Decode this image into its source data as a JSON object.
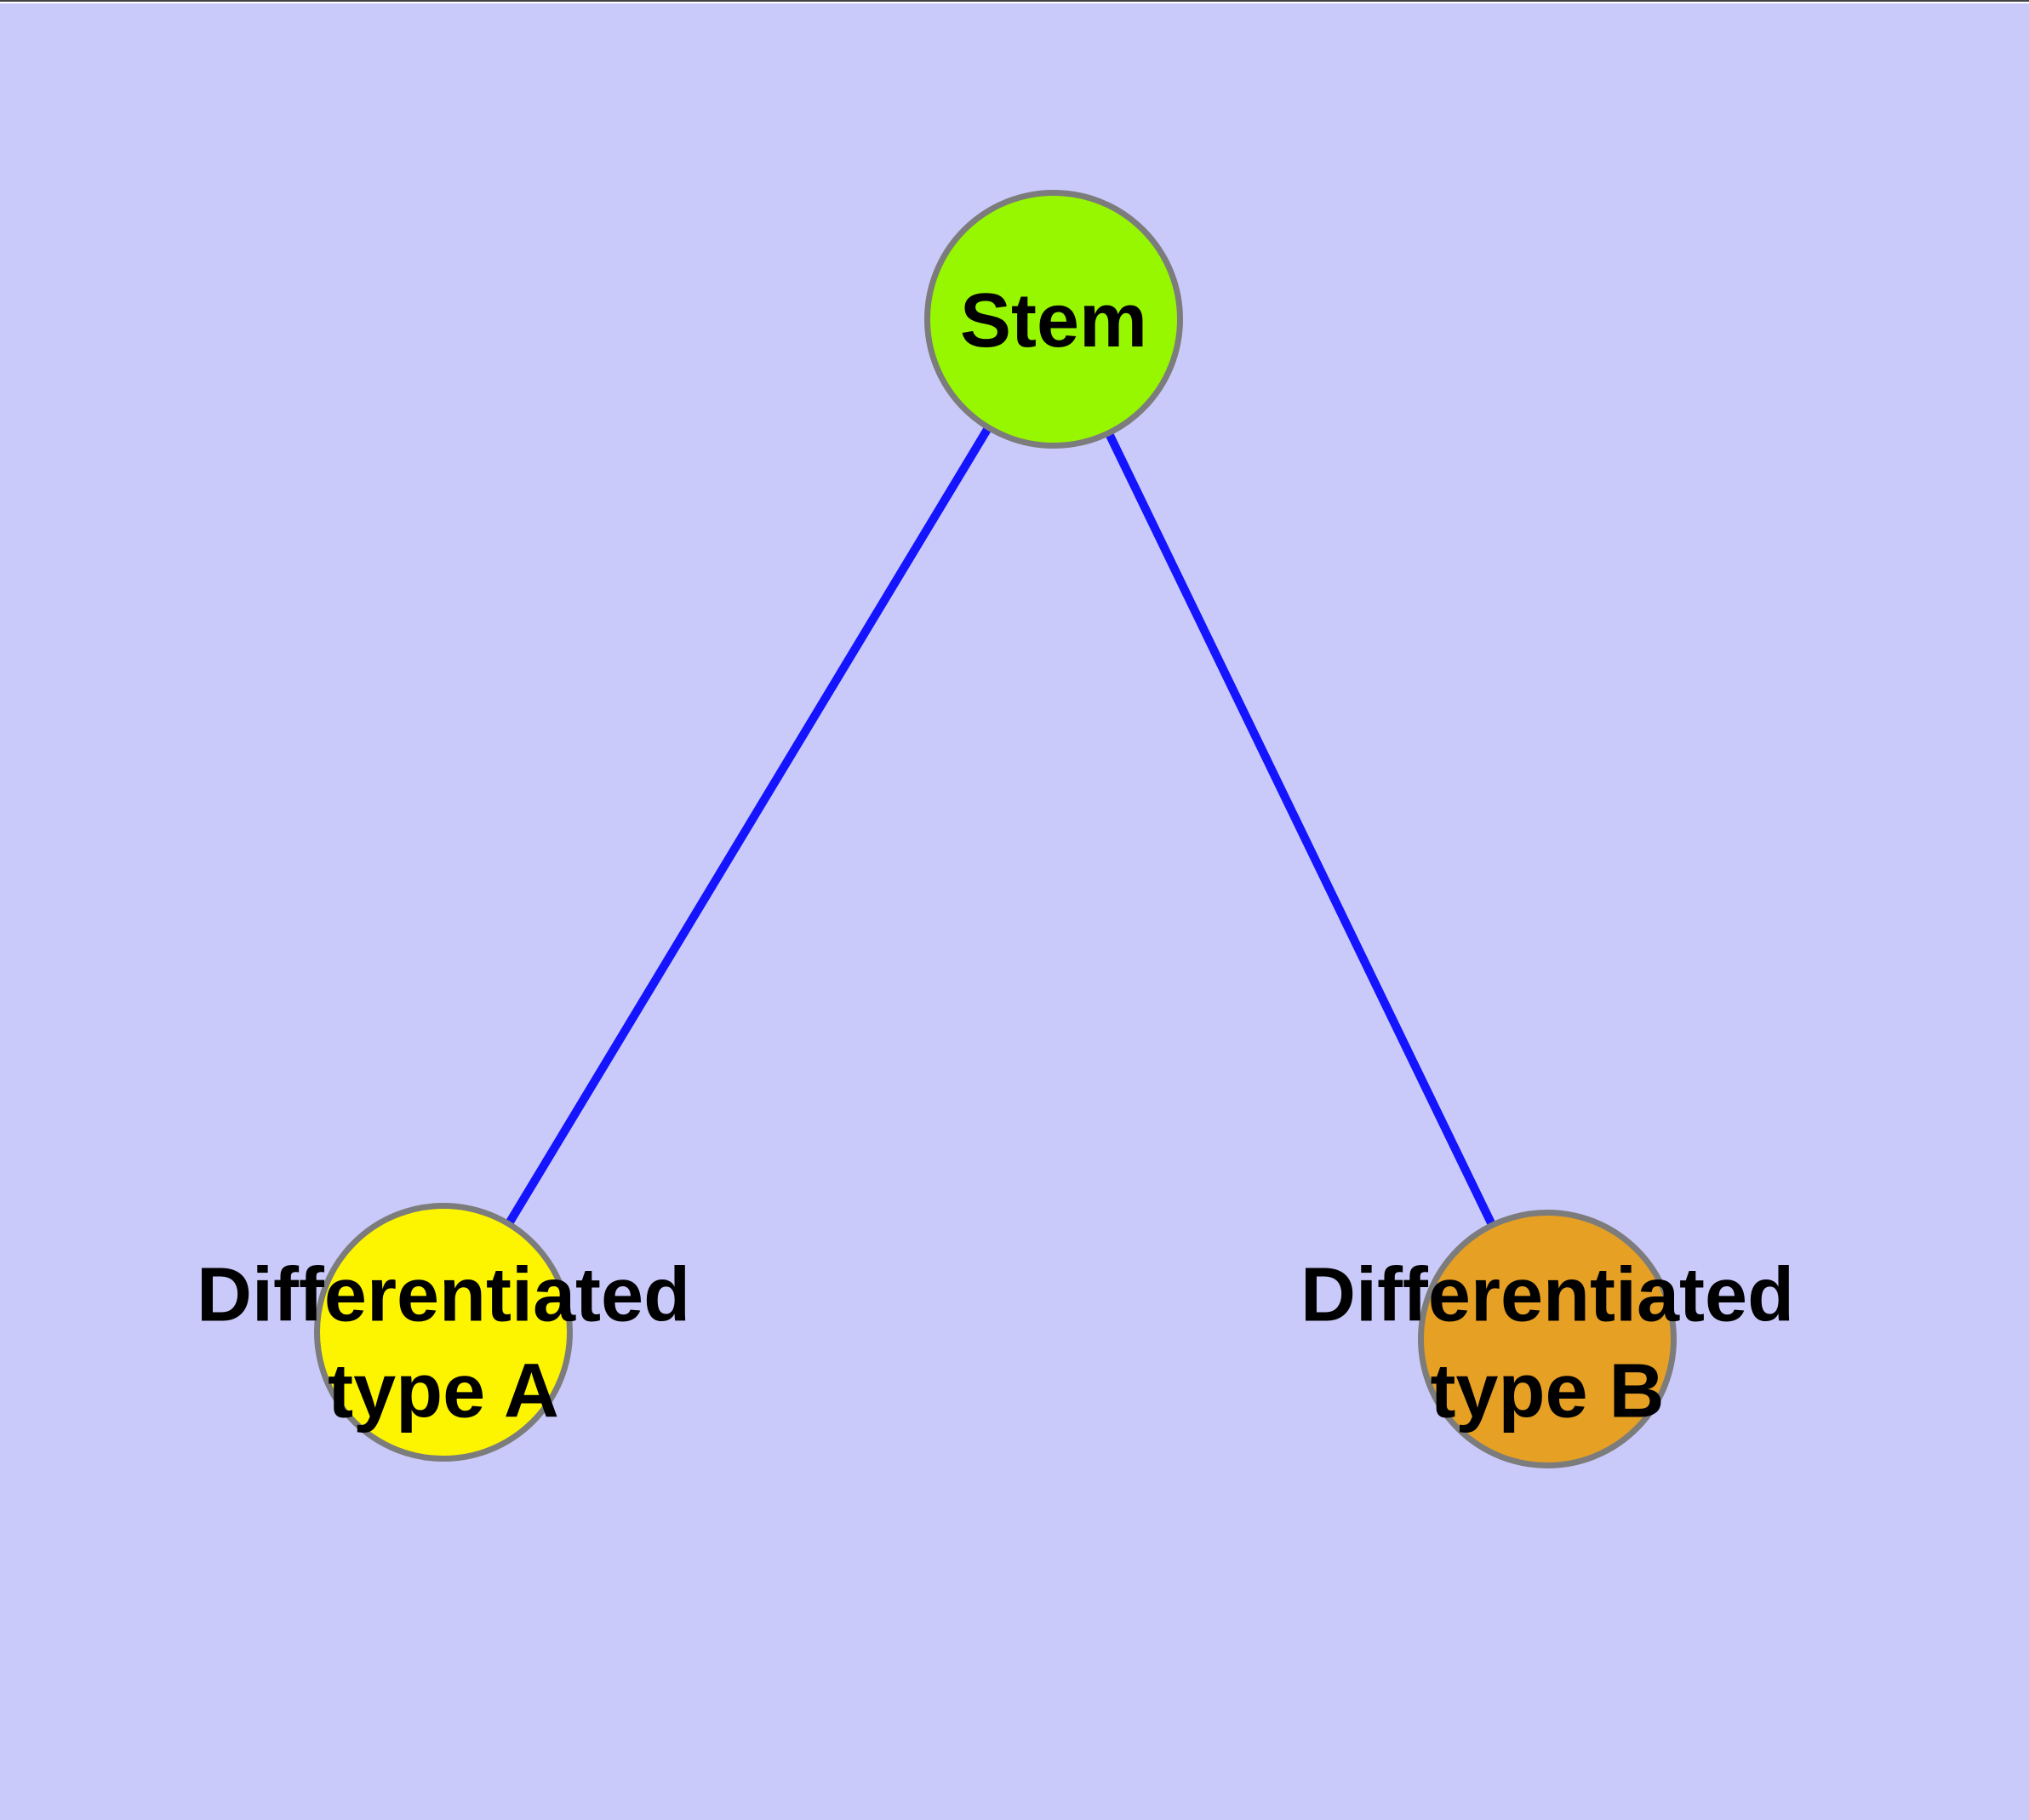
{
  "diagram": {
    "type": "network-graph",
    "background_color": "#CACAFA",
    "edge_color": "#1414FF",
    "node_border_color": "#7C7C7C",
    "label_color": "#000000",
    "nodes": {
      "stem": {
        "id": "stem",
        "lines": [
          "Stem"
        ],
        "label": "Stem",
        "fill": "#97F700"
      },
      "diff_a": {
        "id": "diff_a",
        "lines": [
          "Differentiated",
          "type A"
        ],
        "label": "Differentiated type A",
        "fill": "#FDF500"
      },
      "diff_b": {
        "id": "diff_b",
        "lines": [
          "Differentiated",
          "type B"
        ],
        "label": "Differentiated type B",
        "fill": "#E6A024"
      }
    },
    "edges": [
      {
        "from": "stem",
        "to": "diff_a"
      },
      {
        "from": "stem",
        "to": "diff_b"
      }
    ]
  }
}
